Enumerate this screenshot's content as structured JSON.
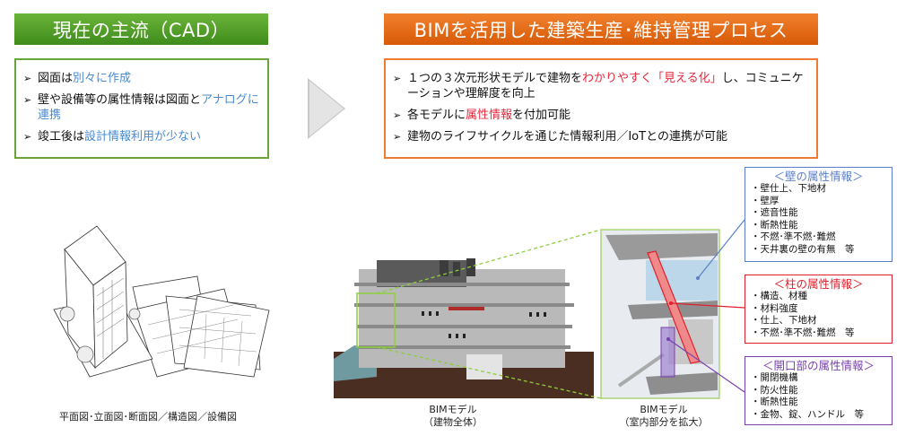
{
  "left": {
    "header": "現在の主流（CAD）",
    "header_color": "#4f9e28",
    "border_color": "#6aa53a",
    "bullets": [
      {
        "plain": "図面は",
        "highlight": "別々に作成",
        "tail": ""
      },
      {
        "plain": "壁や設備等の属性情報は図面と",
        "highlight": "アナログに連携",
        "tail": ""
      },
      {
        "plain": "竣工後は",
        "highlight": "設計情報利用が少ない",
        "tail": ""
      }
    ],
    "highlight_color": "#4a8ad0",
    "image_caption": "平面図･立面図･断面図／構造図／設備図"
  },
  "arrow_icon": "right-triangle-arrow",
  "right": {
    "header": "BIMを活用した建築生産･維持管理プロセス",
    "header_color": "#e46c14",
    "border_color": "#ef7d31",
    "bullets": [
      {
        "plain": "１つの３次元形状モデルで建物を",
        "highlight": "わかりやすく「見える化」",
        "tail": "し、コミュニケーションや理解度を向上"
      },
      {
        "plain": "各モデルに",
        "highlight": "属性情報",
        "tail": "を付加可能"
      },
      {
        "plain": "建物のライフサイクルを通じた情報利用／IoTとの連携が可能",
        "highlight": "",
        "tail": ""
      }
    ],
    "highlight_color": "#e8283c"
  },
  "models": {
    "whole_caption_line1": "BIMモデル",
    "whole_caption_line2": "（建物全体）",
    "zoom_caption_line1": "BIMモデル",
    "zoom_caption_line2": "（室内部分を拡大）"
  },
  "attributes": {
    "wall": {
      "title": "＜壁の属性情報＞",
      "color": "#5b7fc8",
      "items": [
        "・壁仕上、下地材",
        "・壁厚",
        "・遮音性能",
        "・断熱性能",
        "・不燃･準不燃･難燃",
        "・天井裏の壁の有無　等"
      ]
    },
    "column": {
      "title": "＜柱の属性情報＞",
      "color": "#e0202c",
      "items": [
        "・構造、材種",
        "・材料強度",
        "・仕上、下地材",
        "・不燃･準不燃･難燃　等"
      ]
    },
    "opening": {
      "title": "＜開口部の属性情報＞",
      "color": "#7a3fb0",
      "items": [
        "・開閉機構",
        "・防火性能",
        "・断熱性能",
        "・金物、錠、ハンドル　等"
      ]
    }
  },
  "bullet_marker": "➢"
}
